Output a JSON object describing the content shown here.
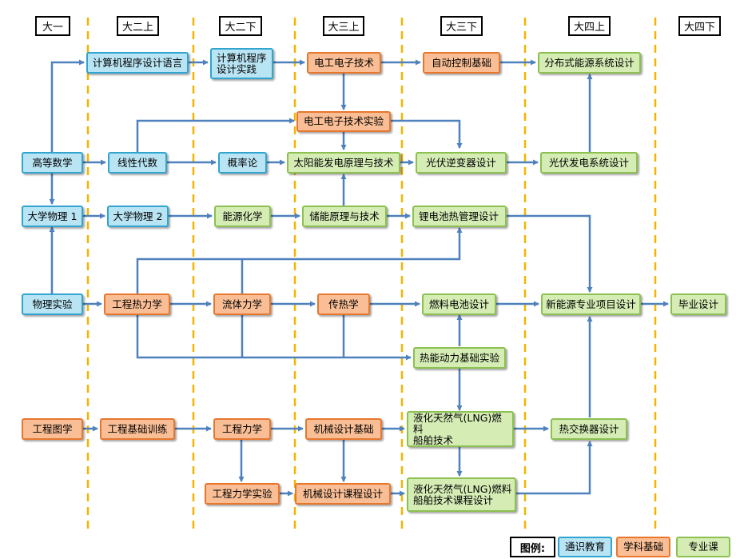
{
  "semesters": [
    "大一",
    "大二上",
    "大二下",
    "大三上",
    "大三下",
    "大四上",
    "大四下"
  ],
  "courses": {
    "jsjcxsjyy": "计算机程序设计语言",
    "jsjcxsjsj": "计算机程序\n设计实践",
    "dgdzjs": "电工电子技术",
    "zdkzjc": "自动控制基础",
    "fbsnyxtsj": "分布式能源系统设计",
    "dgdzjssy": "电工电子技术实验",
    "gdsx": "高等数学",
    "xxds": "线性代数",
    "glv": "概率论",
    "tynfdylyjs": "太阳能发电原理与技术",
    "gfnbqsj": "光伏逆变器设计",
    "gffdxtsj": "光伏发电系统设计",
    "dxwl1": "大学物理 1",
    "dxwl2": "大学物理 2",
    "nyhx": "能源化学",
    "cnylyjs": "储能原理与技术",
    "ldcrglsj": "锂电池热管理设计",
    "wlsy": "物理实验",
    "gcrlx": "工程热力学",
    "ltlx": "流体力学",
    "crx": "传热学",
    "rldcsj": "燃料电池设计",
    "xnyzyxmsj": "新能源专业项目设计",
    "bysj": "毕业设计",
    "rndljcsy": "热能动力基础实验",
    "gctx": "工程图学",
    "gcjcxl": "工程基础训练",
    "gclx": "工程力学",
    "jxsjjc": "机械设计基础",
    "lng1": "液化天然气(LNG)燃料\n船舶技术",
    "rjhqsj": "热交换器设计",
    "gclxsy": "工程力学实验",
    "jxsjkcsj": "机械设计课程设计",
    "lng2": "液化天然气(LNG)燃料\n船舶技术课程设计"
  },
  "legend": {
    "title": "图例:",
    "general": "通识教育",
    "base": "学科基础",
    "major": "专业课"
  },
  "colors": {
    "general_fill": "#b9e4f4",
    "general_border": "#31a5cf",
    "base_fill": "#f9be95",
    "base_border": "#e8772e",
    "major_fill": "#d5ecb5",
    "major_border": "#8cc050",
    "arrow": "#4f81bd",
    "divider": "#f5b400"
  }
}
